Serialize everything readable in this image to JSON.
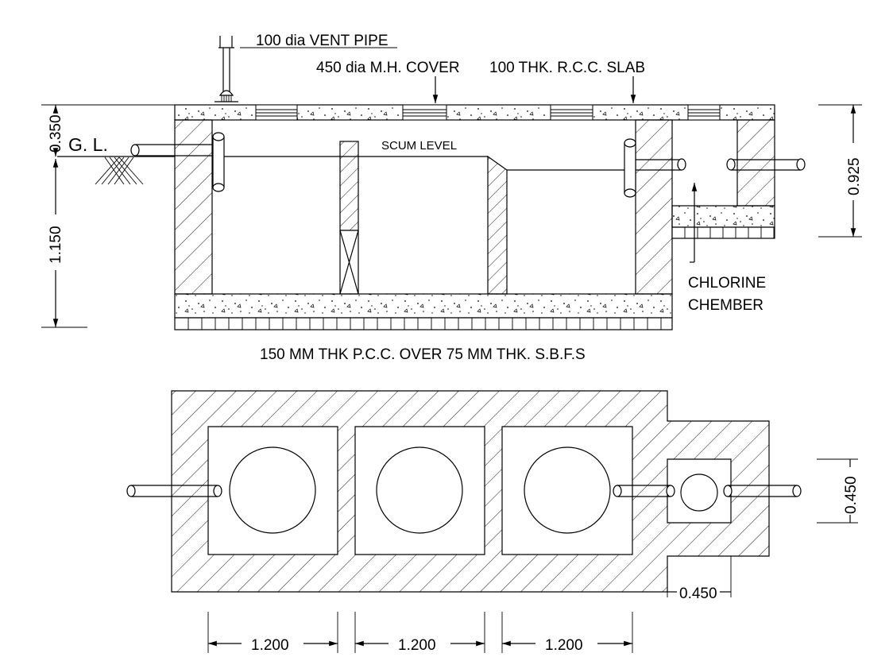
{
  "section": {
    "vent_pipe": "100 dia VENT PIPE",
    "mh_cover": "450 dia M.H. COVER",
    "rcc_slab": "100 THK. R.C.C. SLAB",
    "ground_level": "G. L.",
    "scum_level": "SCUM LEVEL",
    "chlorine_line1": "CHLORINE",
    "chlorine_line2": "CHEMBER",
    "base_note": "150 MM THK P.C.C. OVER 75 MM THK. S.B.F.S",
    "dim_top": "0.350",
    "dim_depth": "1.150",
    "dim_chamber_height": "0.925"
  },
  "plan": {
    "dim_chamber_1": "1.200",
    "dim_chamber_2": "1.200",
    "dim_chamber_3": "1.200",
    "dim_chlorine_width": "0.450",
    "dim_chlorine_depth": "0.450"
  },
  "colors": {
    "line": "#000000",
    "background": "#ffffff"
  }
}
